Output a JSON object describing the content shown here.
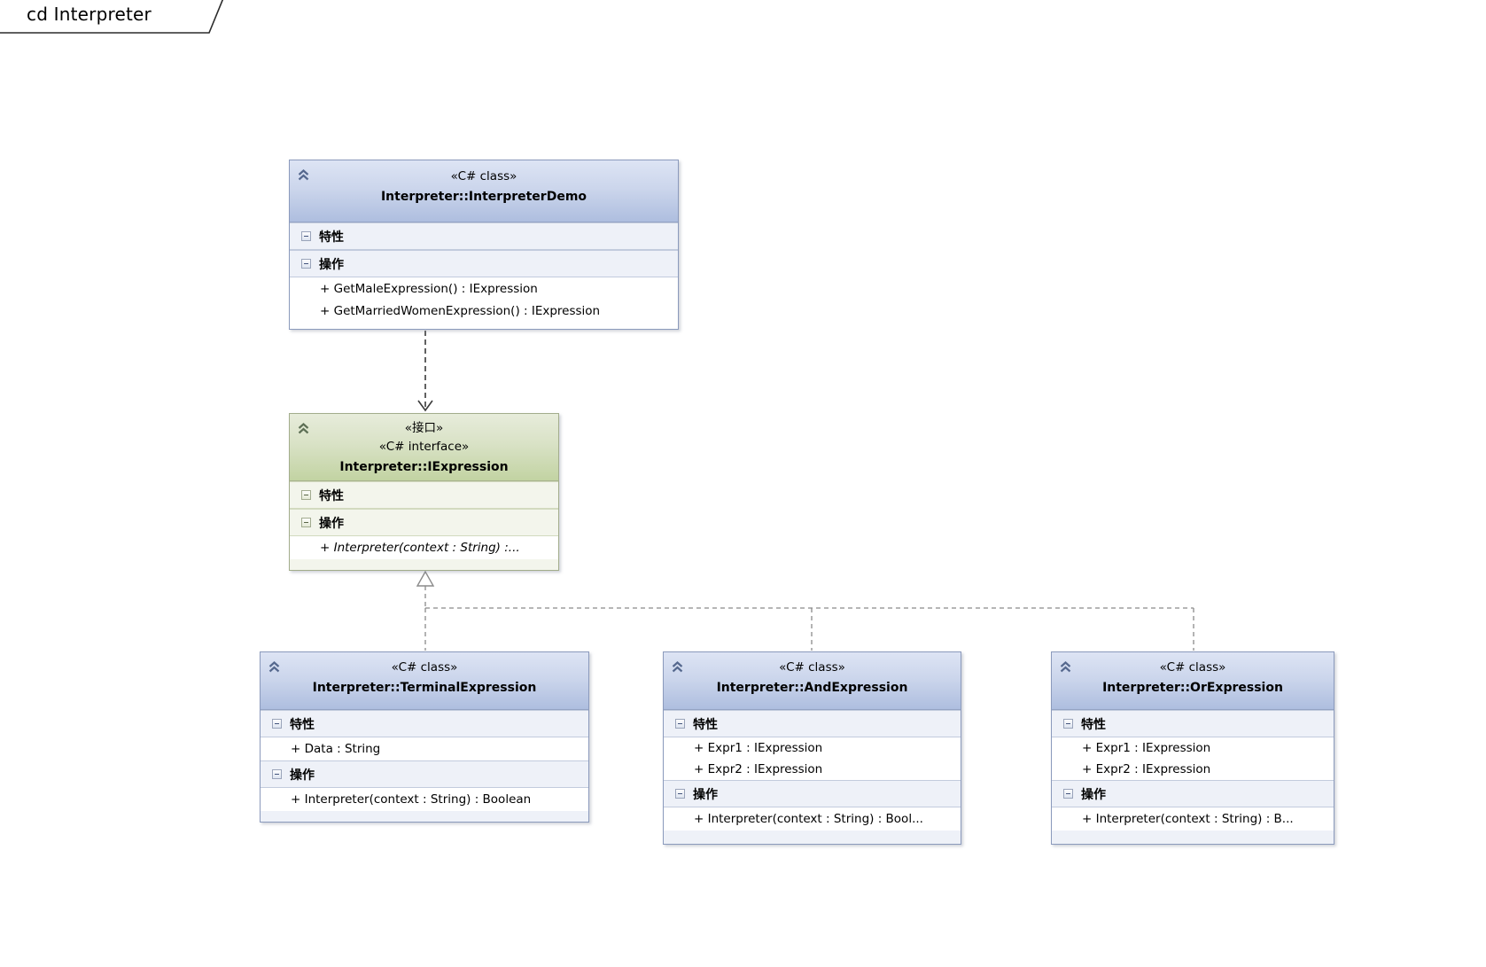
{
  "frame": {
    "label": "cd Interpreter"
  },
  "section_labels": {
    "properties": "特性",
    "operations": "操作"
  },
  "icons": {
    "collapse": "chevron-double-up",
    "section_collapse": "minus-box"
  },
  "colors": {
    "class_header_top": "#dde4f4",
    "class_header_bottom": "#aebedf",
    "class_border": "#8b9abc",
    "class_section_bg": "#eef1f8",
    "interface_header_top": "#e7ecdb",
    "interface_header_bottom": "#c2d3a2",
    "interface_border": "#a3ad8c",
    "interface_section_bg": "#f3f5ec",
    "dependency_line": "#3a3a3a",
    "realization_line": "#8a8a8a"
  },
  "nodes": {
    "interpreter_demo": {
      "stereotype": "«C# class»",
      "name": "Interpreter::InterpreterDemo",
      "operations": [
        "+ GetMaleExpression() : IExpression",
        "+ GetMarriedWomenExpression() : IExpression"
      ]
    },
    "iexpression": {
      "stereotype_cn": "«接口»",
      "stereotype": "«C# interface»",
      "name": "Interpreter::IExpression",
      "operations": [
        "+ Interpreter(context : String) :..."
      ]
    },
    "terminal_expression": {
      "stereotype": "«C# class»",
      "name": "Interpreter::TerminalExpression",
      "properties": [
        "+ Data : String"
      ],
      "operations": [
        "+ Interpreter(context : String) : Boolean"
      ]
    },
    "and_expression": {
      "stereotype": "«C# class»",
      "name": "Interpreter::AndExpression",
      "properties": [
        "+ Expr1 : IExpression",
        "+ Expr2 : IExpression"
      ],
      "operations": [
        "+ Interpreter(context : String) : Bool..."
      ]
    },
    "or_expression": {
      "stereotype": "«C# class»",
      "name": "Interpreter::OrExpression",
      "properties": [
        "+ Expr1 : IExpression",
        "+ Expr2 : IExpression"
      ],
      "operations": [
        "+ Interpreter(context : String) : B..."
      ]
    }
  }
}
